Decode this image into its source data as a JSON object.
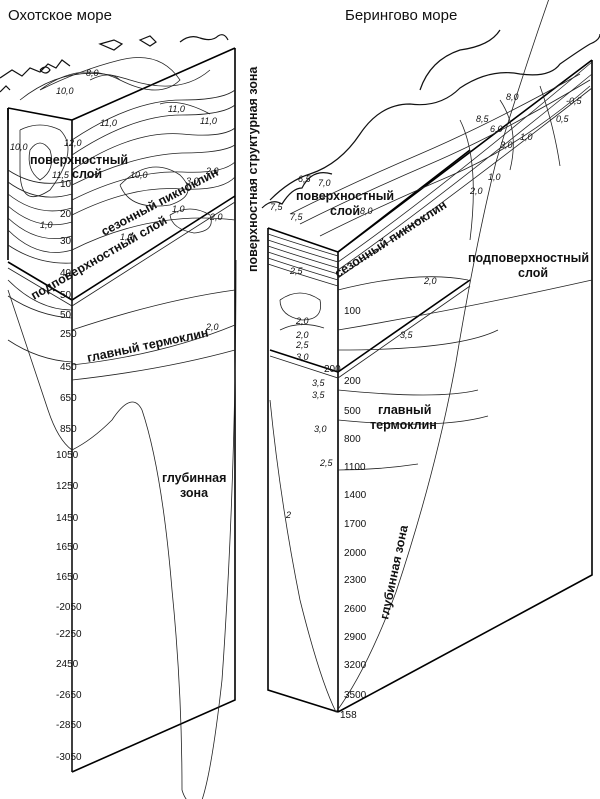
{
  "left_block": {
    "title": "Охотское море",
    "labels": {
      "surface": [
        "поверхностный",
        "слой"
      ],
      "pycnocline": "сезонный пикноклин",
      "subsurface": "подповерхностный слой",
      "thermocline": "главный термоклин",
      "deep": [
        "глубинная",
        "зона"
      ],
      "structural": "поверхностная структурная зона"
    },
    "depths": [
      "10",
      "20",
      "30",
      "40",
      "50",
      "50",
      "250",
      "450",
      "650",
      "850",
      "1050",
      "1250",
      "1450",
      "1650",
      "1650",
      "-2050",
      "-2250",
      "2450",
      "-2650",
      "-2850",
      "-3050"
    ],
    "isolines": [
      "8,0",
      "10,0",
      "11,0",
      "12,0",
      "11,5",
      "10,0",
      "11,0",
      "11,0",
      "10,0",
      "3,0",
      "2,0",
      "1,0",
      "2,0",
      "1,0",
      "1,0",
      "2,0"
    ]
  },
  "right_block": {
    "title": "Берингово море",
    "labels": {
      "surface": [
        "поверхностный",
        "слой"
      ],
      "pycnocline": "сезонный пикноклин",
      "subsurface": [
        "подповерхностный",
        "слой"
      ],
      "thermocline": [
        "главный",
        "термоклин"
      ],
      "deep": "глубинная зона"
    },
    "depths": [
      "100",
      "200",
      "200",
      "500",
      "800",
      "1100",
      "1400",
      "1700",
      "2000",
      "2300",
      "2600",
      "2900",
      "3200",
      "3500",
      "158"
    ],
    "isolines": [
      "6,5",
      "7,0",
      "7,5",
      "7,5",
      "8,0",
      "8,5",
      "8,0",
      "6,0",
      "3,0",
      "1,0",
      "0,5",
      "-0,5",
      "2,0",
      "1,0",
      "2,0",
      "2,5",
      "2,0",
      "2,0",
      "2,5",
      "3,0",
      "3,5",
      "3,5",
      "3,5",
      "3,0",
      "2,5",
      "2"
    ]
  }
}
